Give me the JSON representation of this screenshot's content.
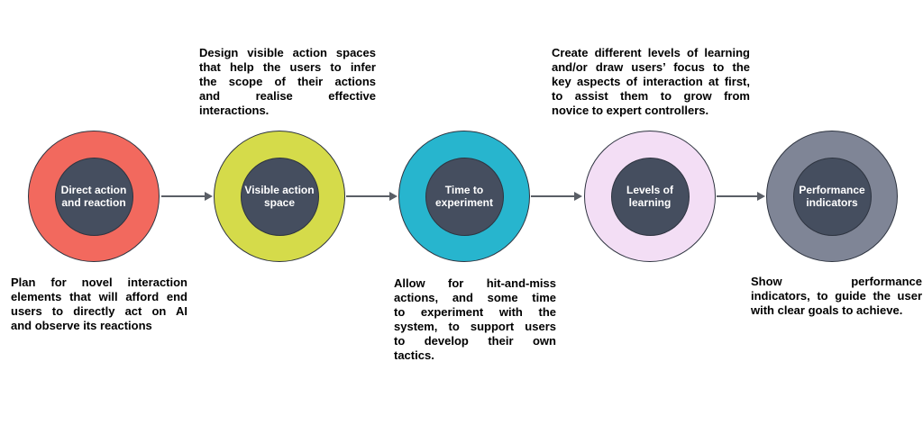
{
  "diagram": {
    "background_color": "#FFFFFF",
    "text_color": "#000000",
    "arrow_color": "#5A5E66",
    "circle_border_color": "#2E3440",
    "core_text_color": "#FFFFFF",
    "stages": [
      {
        "label": "Direct action\nand reaction",
        "ring_color": "#F2695E",
        "core_color": "#454E5F",
        "description_position": "below",
        "description_lines": [
          "Plan for novel interaction",
          "elements that will afford end",
          "users to directly act on AI",
          "and observe its reactions"
        ]
      },
      {
        "label": "Visible action\nspace",
        "ring_color": "#D5DB4A",
        "core_color": "#454E5F",
        "description_position": "above",
        "description_lines": [
          "Design visible action spaces",
          "that help the users to infer",
          "the scope of their actions",
          "and realise effective",
          "interactions."
        ]
      },
      {
        "label": "Time to\nexperiment",
        "ring_color": "#27B5CE",
        "core_color": "#454E5F",
        "description_position": "below",
        "description_lines": [
          "Allow for hit-and-miss",
          "actions, and some time",
          "to experiment with the",
          "system, to support users",
          "to develop their own",
          "tactics."
        ]
      },
      {
        "label": "Levels of\nlearning",
        "ring_color": "#F3DEF5",
        "core_color": "#454E5F",
        "description_position": "above",
        "description_lines": [
          "Create different levels of learning",
          "and/or draw users’ focus to the",
          "key aspects of interaction at first,",
          "to assist them to grow from",
          "novice to expert controllers."
        ]
      },
      {
        "label": "Performance\nindicators",
        "ring_color": "#7F8596",
        "core_color": "#454E5F",
        "description_position": "below",
        "description_lines": [
          "Show performance",
          "indicators, to guide the user",
          "with clear goals to achieve."
        ]
      }
    ]
  }
}
